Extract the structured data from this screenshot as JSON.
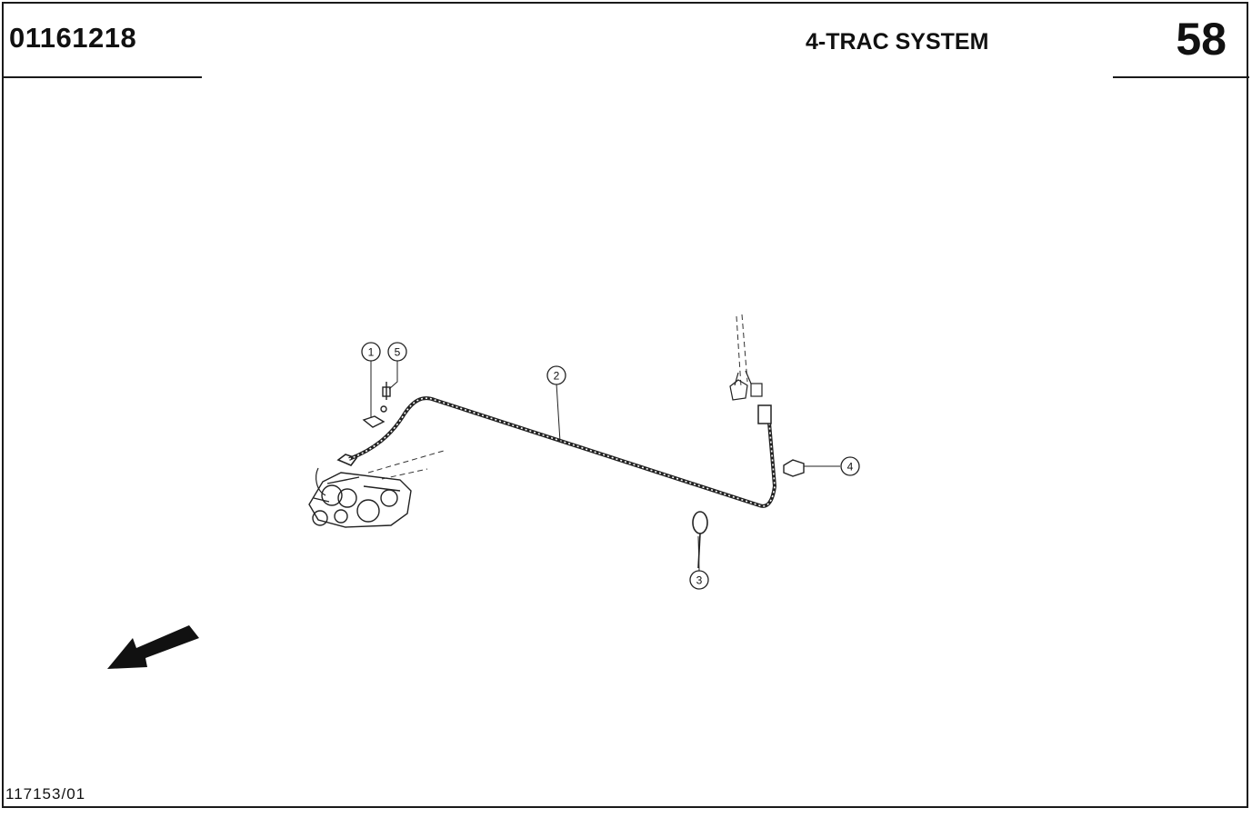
{
  "header": {
    "part_code": "01161218",
    "title": "4-TRAC SYSTEM",
    "page_number": "58"
  },
  "footer": {
    "drawing_ref": "117153/01"
  },
  "callouts": [
    "1",
    "5",
    "2",
    "4",
    "3"
  ]
}
